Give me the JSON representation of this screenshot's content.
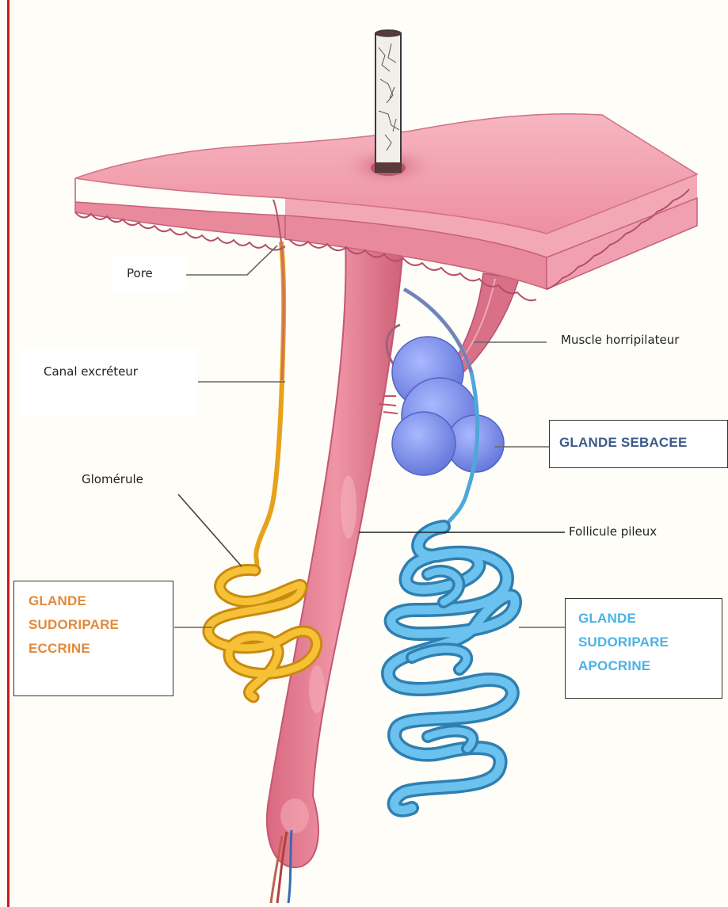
{
  "labels": {
    "pore": "Pore",
    "canal": "Canal excréteur",
    "glomerule": "Glomérule",
    "muscle": "Muscle  horripilateur",
    "follicule": "Follicule pileux",
    "sebacee": "GLANDE SEBACEE",
    "eccrine": [
      "GLANDE",
      "SUDORIPARE",
      "ECCRINE"
    ],
    "apocrine": [
      "GLANDE",
      "SUDORIPARE",
      "APOCRINE"
    ]
  },
  "colors": {
    "skin": "#f2a0ae",
    "skin_dark": "#d86e84",
    "follicle": "#e07a8e",
    "eccrine_gland": "#f0b328",
    "apocrine_gland": "#5fb2e0",
    "sebaceous_gland": "#7f92ea",
    "eccrine_text": "#e08a3c",
    "apocrine_text": "#49b3e6",
    "sebacee_text": "#3c5a8a",
    "border_rule": "#cc1a1a"
  }
}
